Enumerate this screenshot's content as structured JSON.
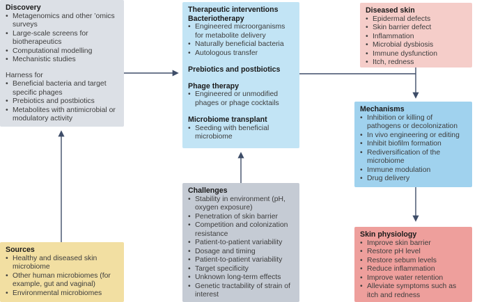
{
  "colors": {
    "box_gray": "#dce0e6",
    "box_gray_dark": "#c5cbd4",
    "box_blue_light": "#c2e4f5",
    "box_blue": "#a0d2ee",
    "box_pink_light": "#f5cdc9",
    "box_pink": "#ee9f9c",
    "box_yellow": "#f2dfa2",
    "arrow": "#3e4d68",
    "heading_text": "#1a1a1a",
    "body_text": "#3d3d3d"
  },
  "boxes": {
    "discovery": {
      "title": "Discovery",
      "items": [
        "Metagenomics and other ’omics surveys",
        "Large-scale screens for biotherapeutics",
        "Computational modelling",
        "Mechanistic studies"
      ],
      "subtitle": "Harness for",
      "items2": [
        "Beneficial bacteria and target specific phages",
        "Prebiotics and postbiotics",
        "Metabolites with antimicrobial or modulatory activity"
      ]
    },
    "sources": {
      "title": "Sources",
      "items": [
        "Healthy and diseased skin microbiome",
        "Other human microbiomes (for example, gut and vaginal)",
        "Environmental microbiomes"
      ]
    },
    "therapeutic": {
      "title": "Therapeutic interventions",
      "groups": [
        {
          "heading": "Bacteriotherapy",
          "items": [
            "Engineered microorganisms for metabolite delivery",
            "Naturally beneficial bacteria",
            "Autologous transfer"
          ]
        },
        {
          "heading": "Prebiotics and postbiotics",
          "items": []
        },
        {
          "heading": "Phage therapy",
          "items": [
            "Engineered or unmodified phages or phage cocktails"
          ]
        },
        {
          "heading": "Microbiome transplant",
          "items": [
            "Seeding with beneficial microbiome"
          ]
        }
      ]
    },
    "challenges": {
      "title": "Challenges",
      "items": [
        "Stability in environment (pH, oxygen exposure)",
        "Penetration of skin barrier",
        "Competition and colonization resistance",
        "Patient-to-patient variability",
        "Dosage and timing",
        "Patient-to-patient variability",
        "Target specificity",
        "Unknown long-term effects",
        "Genetic tractability of strain of interest"
      ]
    },
    "diseased_skin": {
      "title": "Diseased skin",
      "items": [
        "Epidermal defects",
        "Skin barrier defect",
        "Inflammation",
        "Microbial dysbiosis",
        "Immune dysfunction",
        "Itch, redness"
      ]
    },
    "mechanisms": {
      "title": "Mechanisms",
      "items": [
        "Inhibition or killing of pathogens or decolonization",
        "In vivo engineering or editing",
        "Inhibit biofilm formation",
        "Rediversification of the microbiome",
        "Immune modulation",
        "Drug delivery"
      ]
    },
    "skin_physiology": {
      "title": "Skin physiology",
      "items": [
        "Improve skin barrier",
        "Restore pH level",
        "Restore sebum levels",
        "Reduce inflammation",
        "Improve water retention",
        "Alleviate symptoms such as itch and redness"
      ]
    }
  }
}
